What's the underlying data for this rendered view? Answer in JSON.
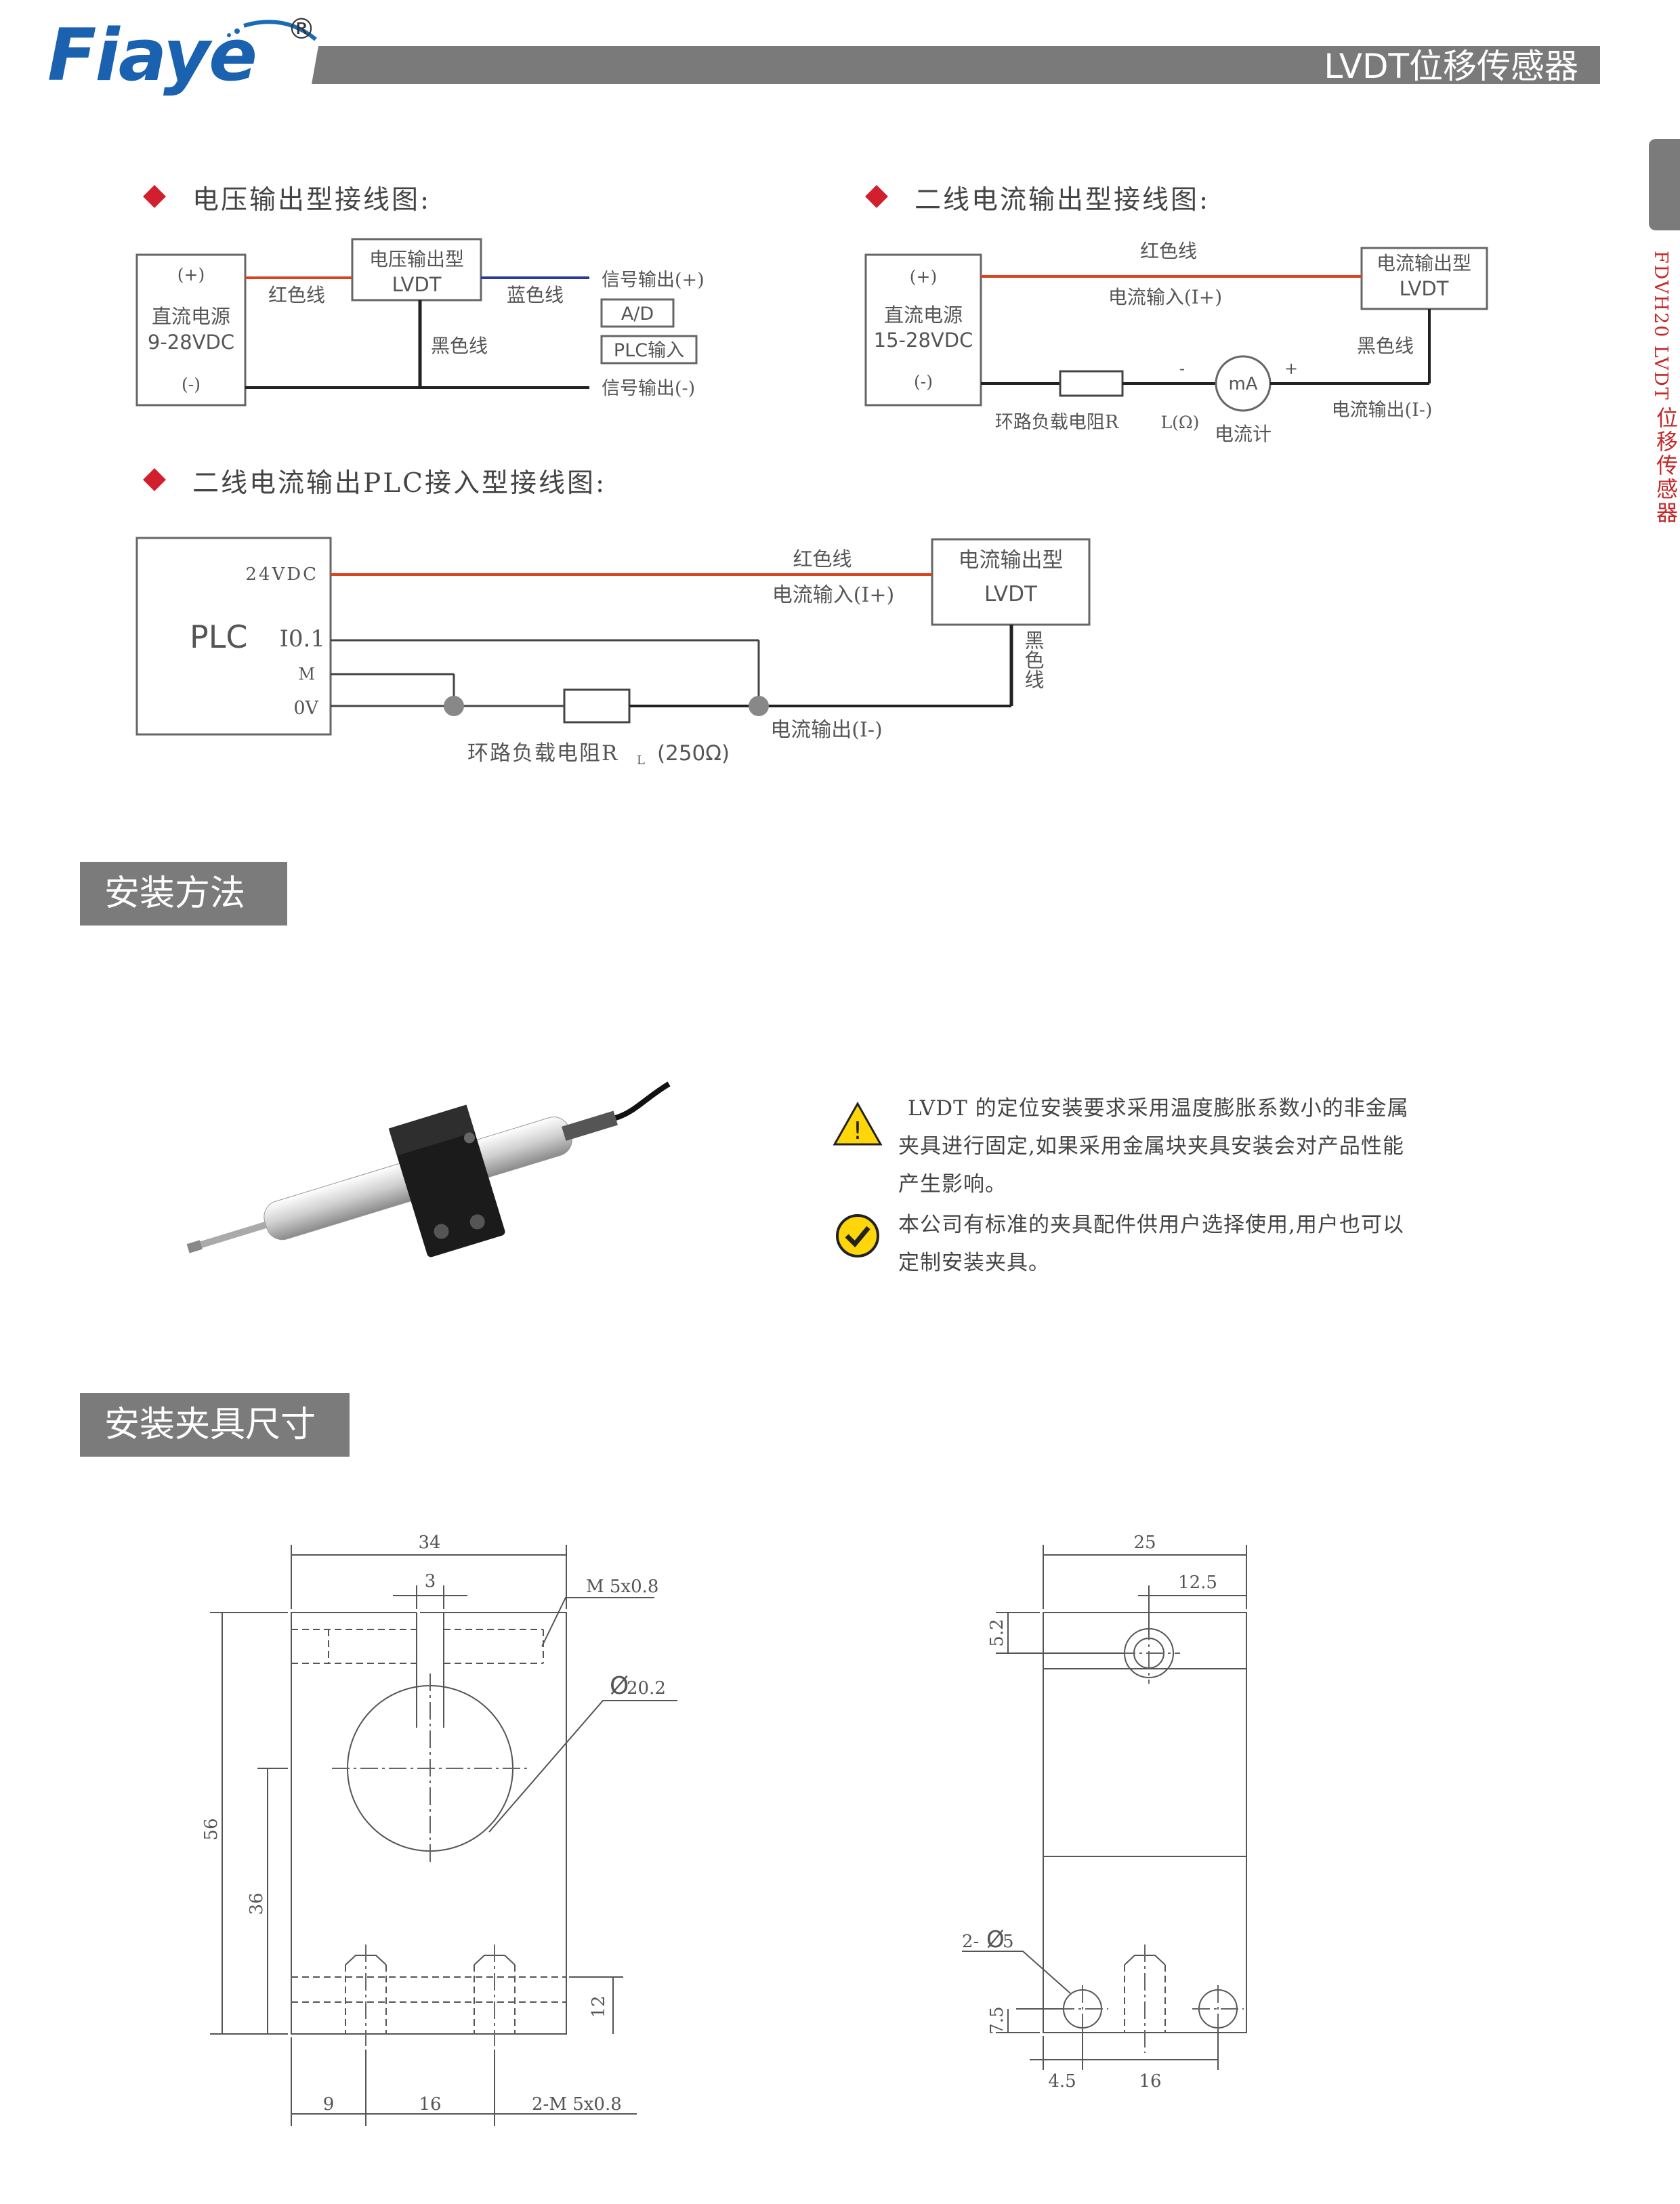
{
  "header": {
    "brand": "Fiaye",
    "registered": "®",
    "title": "LVDT位移传感器",
    "accent": "#c62828"
  },
  "side_tab": {
    "model": "FDVH20 LVDT",
    "category": "位移传感器"
  },
  "wiring": {
    "voltage": {
      "heading": "电压输出型接线图:",
      "supply_plus": "(+)",
      "supply_name": "直流电源",
      "supply_voltage": "9-28VDC",
      "supply_minus": "(-)",
      "red_wire": "红色线",
      "lvdt_type": "电压输出型",
      "lvdt": "LVDT",
      "blue_wire": "蓝色线",
      "black_wire": "黑色线",
      "signal_plus": "信号输出(+)",
      "ad": "A/D",
      "plc_in": "PLC输入",
      "signal_minus": "信号输出(-)"
    },
    "current2": {
      "heading": "二线电流输出型接线图:",
      "supply_plus": "(+)",
      "supply_name": "直流电源",
      "supply_voltage": "15-28VDC",
      "supply_minus": "(-)",
      "red_wire": "红色线",
      "current_in": "电流输入(I+)",
      "lvdt_type": "电流输出型",
      "lvdt": "LVDT",
      "black_wire": "黑色线",
      "meter": "mA",
      "meter_minus": "-",
      "meter_plus": "+",
      "current_out": "电流输出(I-)",
      "load_resistor": "环路负载电阻R",
      "load_l": "L(Ω)",
      "meter_name": "电流计"
    },
    "plc": {
      "heading": "二线电流输出PLC接入型接线图:",
      "plc": "PLC",
      "pin_24v": "24VDC",
      "pin_io": "I0.1",
      "pin_m": "M",
      "pin_0v": "0V",
      "red_wire": "红色线",
      "current_in": "电流输入(I+)",
      "lvdt_type": "电流输出型",
      "lvdt": "LVDT",
      "black_wire": "黑色线",
      "current_out": "电流输出(I-)",
      "load_resistor": "环路负载电阻R",
      "load_sub": "L",
      "load_value": "(250Ω)"
    }
  },
  "install": {
    "title": "安装方法",
    "warning_lines": [
      "LVDT 的定位安装要求采用温度膨胀系数小的非金属",
      "夹具进行固定,如果采用金属块夹具安装会对产品性能",
      "产生影响。"
    ],
    "check_lines": [
      "本公司有标准的夹具配件供用户选择使用,用户也可以",
      "定制安装夹具。"
    ]
  },
  "fixture": {
    "title": "安装夹具尺寸",
    "front": {
      "width": "34",
      "slot": "3",
      "thread_top": "M 5x0.8",
      "bore": "20.2",
      "height": "56",
      "center_height": "36",
      "hole_height": "12",
      "offset": "9",
      "spacing": "16",
      "thread_bottom": "2-M 5x0.8"
    },
    "side": {
      "width": "25",
      "hole_offset": "12.5",
      "hole_depth": "5.2",
      "holes": "2-",
      "hole_dia": "5",
      "hole_height": "7.5",
      "offset": "4.5",
      "spacing": "16"
    }
  }
}
